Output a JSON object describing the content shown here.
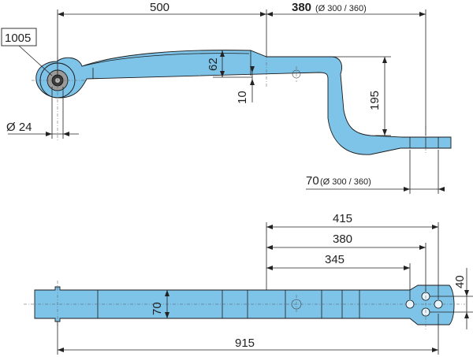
{
  "dimensions": {
    "top_length": "500",
    "top_right_value": "380",
    "top_right_note": "(Ø 300 / 360)",
    "height_arc": "62",
    "thickness": "10",
    "drop": "195",
    "diameter": "Ø 24",
    "bottom_offset_value": "70",
    "bottom_offset_note": "(Ø 300 / 360)",
    "width": "70",
    "hole_spacing": "40",
    "bottom_415": "415",
    "bottom_380": "380",
    "bottom_345": "345",
    "total_length": "915"
  },
  "part_number": "1005",
  "colors": {
    "part_fill": "#7ec3e8",
    "outline": "#1a1a1a",
    "dimension": "#222222"
  }
}
